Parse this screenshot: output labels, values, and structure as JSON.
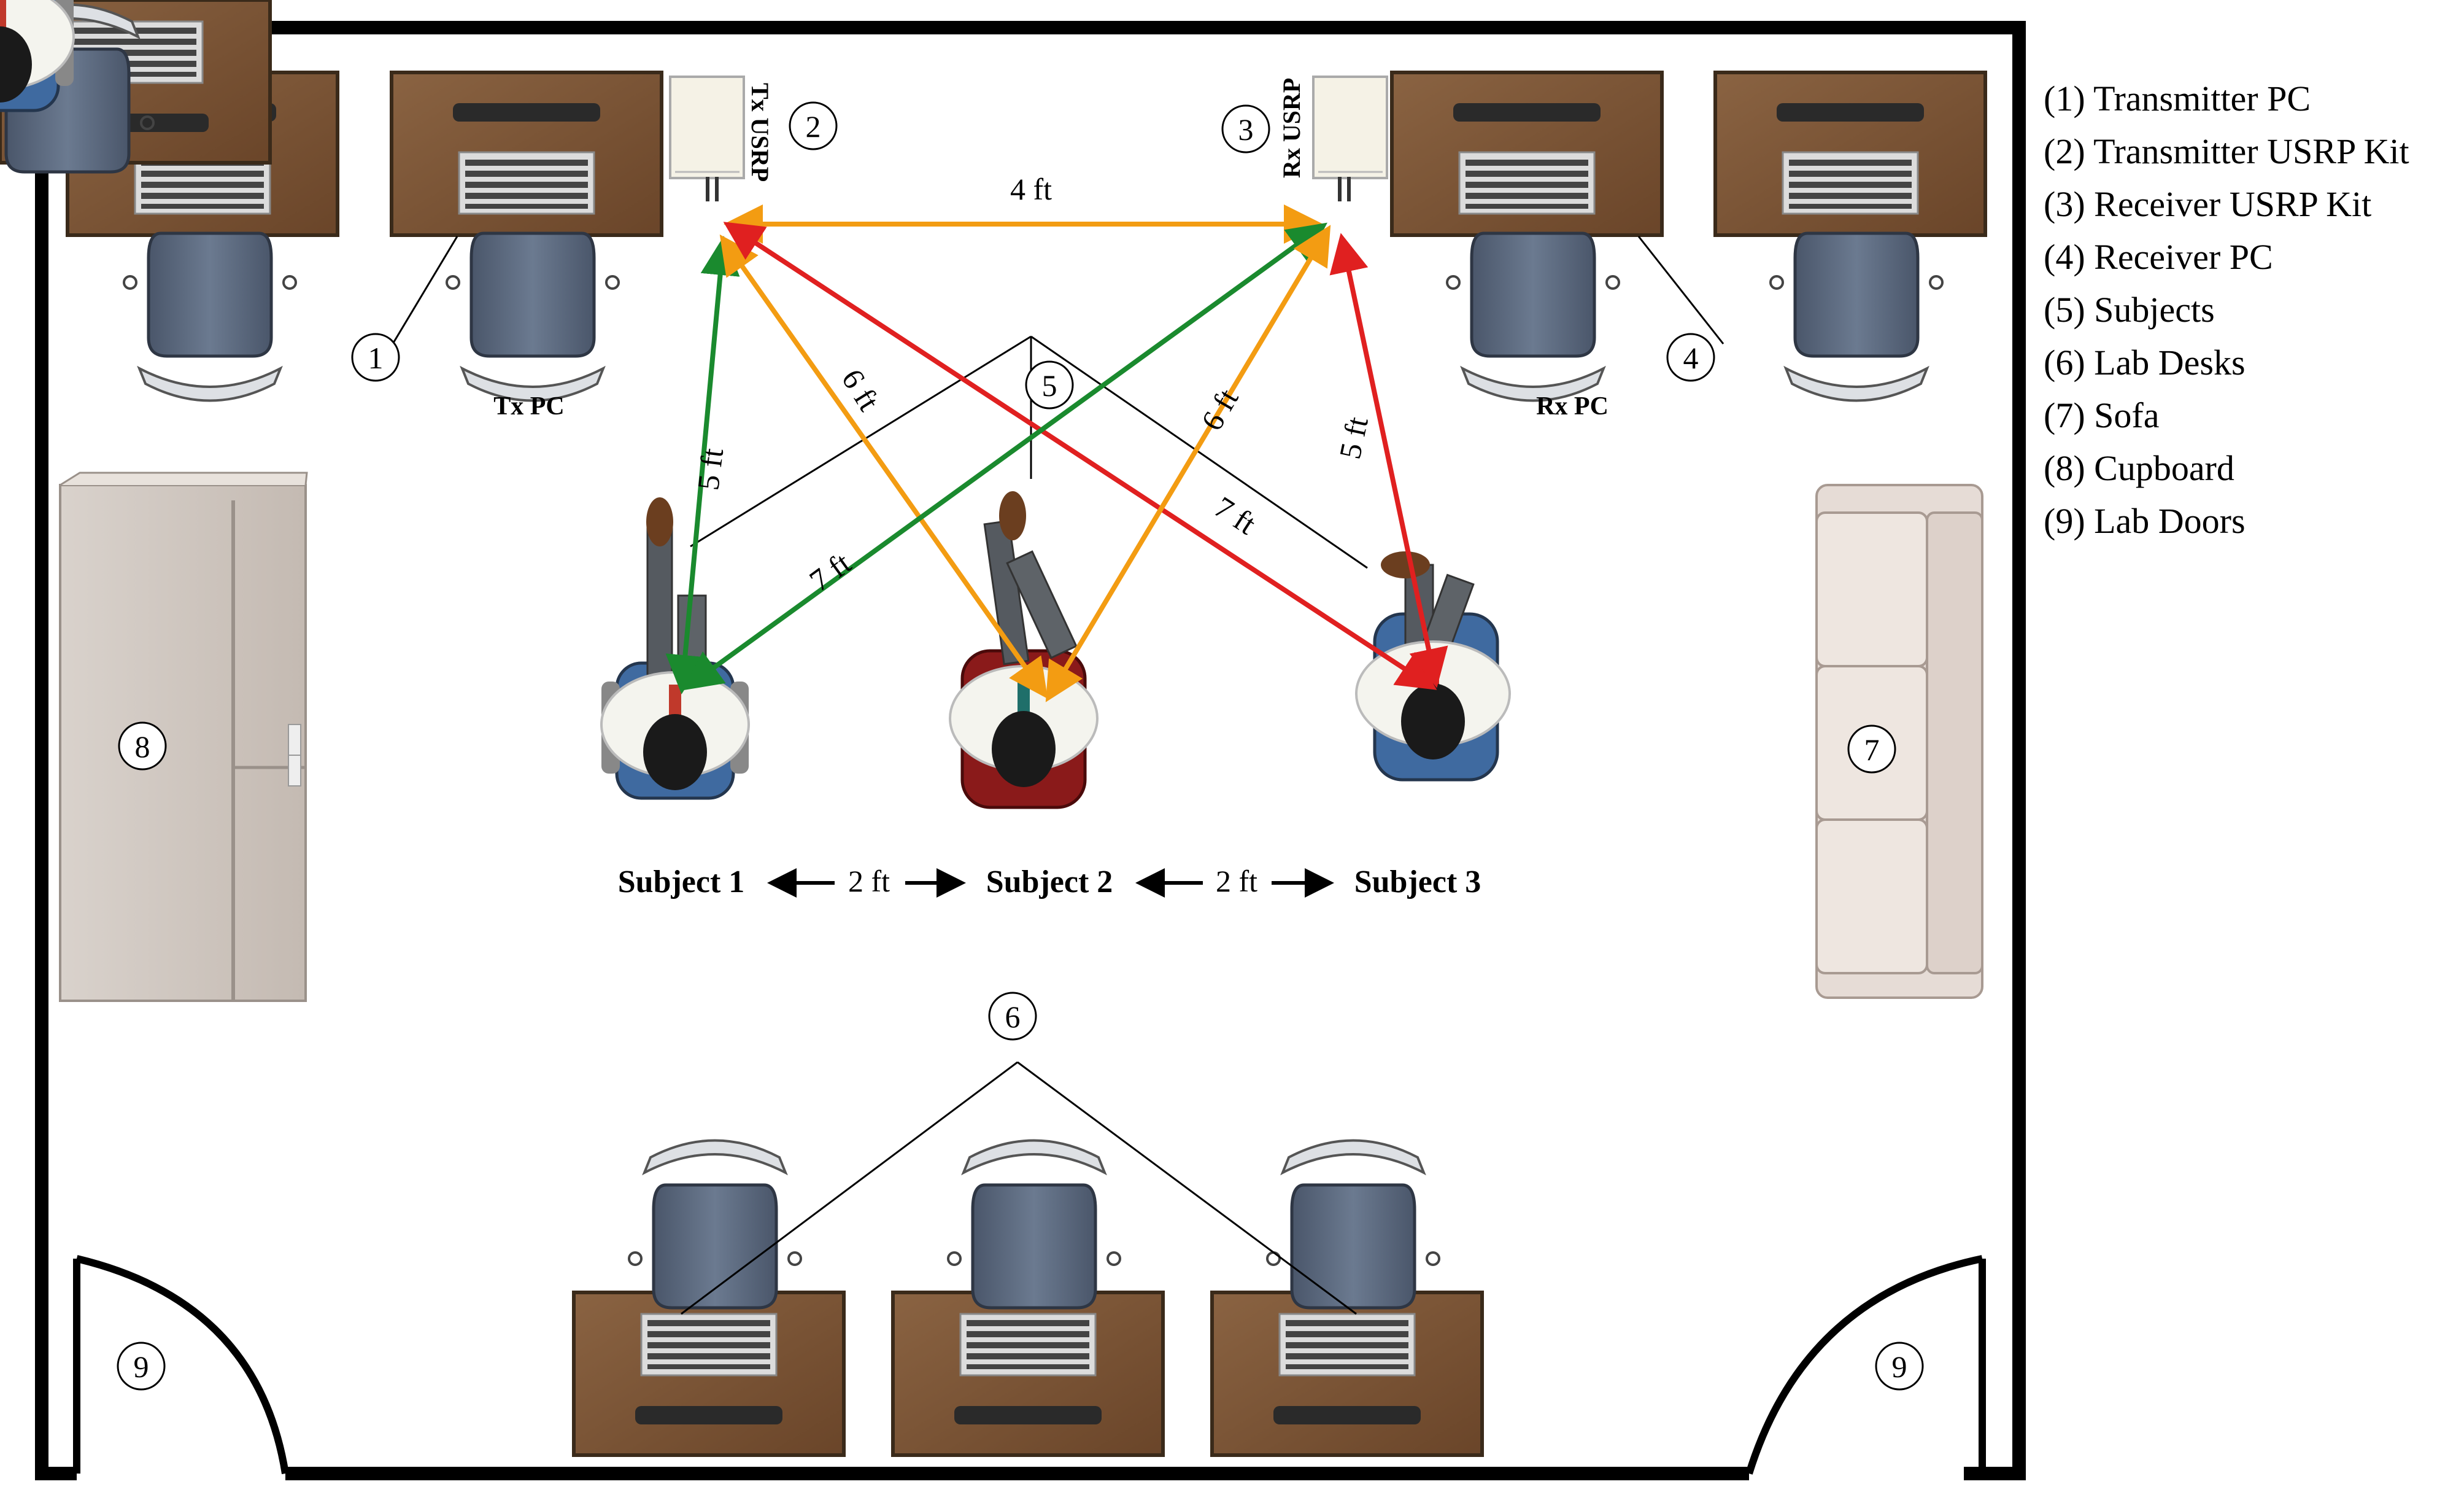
{
  "legend": {
    "items": [
      "(1) Transmitter PC",
      "(2) Transmitter USRP Kit",
      "(3) Receiver USRP Kit",
      "(4) Receiver PC",
      "(5) Subjects",
      "(6) Lab Desks",
      "(7) Sofa",
      "(8) Cupboard",
      "(9) Lab Doors"
    ]
  },
  "callouts": {
    "c1": "1",
    "c2": "2",
    "c3": "3",
    "c4": "4",
    "c5": "5",
    "c6": "6",
    "c7": "7",
    "c8": "8",
    "c9a": "9",
    "c9b": "9"
  },
  "labels": {
    "tx_pc": "Tx PC",
    "rx_pc": "Rx PC",
    "tx_usrp": "Tx USRP",
    "rx_usrp": "Rx USRP"
  },
  "distances": {
    "tx_rx": "4 ft",
    "tx_s1": "5 ft",
    "tx_s2": "6 ft",
    "tx_s3": "7 ft",
    "rx_s1": "7 ft",
    "rx_s2": "6 ft",
    "rx_s3": "5 ft"
  },
  "subjects": {
    "s1": "Subject 1",
    "s2": "Subject 2",
    "s3": "Subject 3",
    "gap1": "2 ft",
    "gap2": "2 ft"
  },
  "colors": {
    "green": "#1a8a2e",
    "orange": "#f39c12",
    "red": "#e02020",
    "desk": "#7a5536",
    "chair": "#556478",
    "wall": "#000000"
  }
}
